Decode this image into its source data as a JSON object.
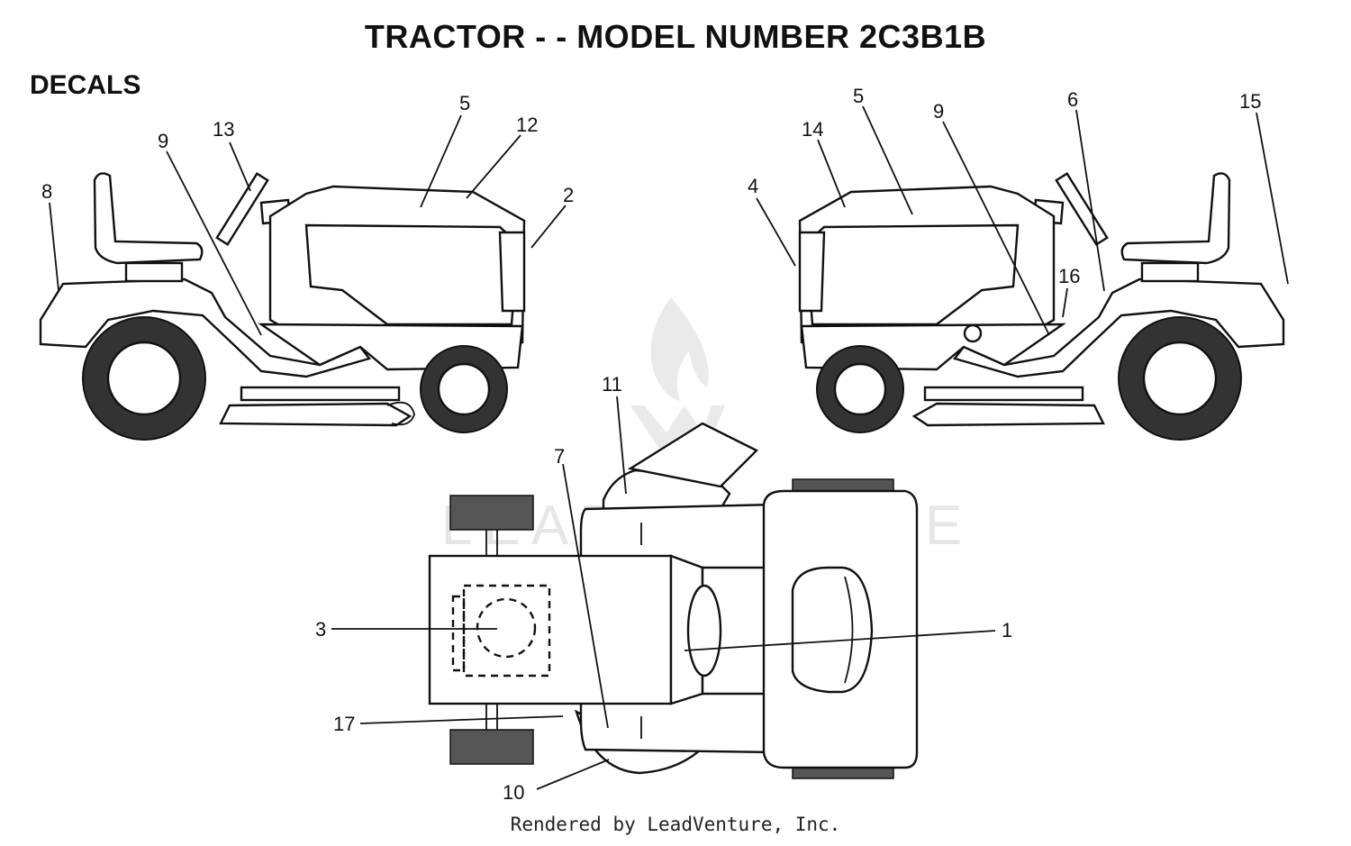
{
  "title": "TRACTOR - - MODEL NUMBER 2C3B1B",
  "section_label": "DECALS",
  "watermark": "LEADVENTURE",
  "footer": "Rendered by LeadVenture, Inc.",
  "callouts": {
    "left_8": "8",
    "left_9": "9",
    "left_13": "13",
    "left_5": "5",
    "left_12": "12",
    "left_2": "2",
    "right_4": "4",
    "right_14": "14",
    "right_5": "5",
    "right_9": "9",
    "right_6": "6",
    "right_15": "15",
    "right_16": "16",
    "top_11": "11",
    "top_7": "7",
    "top_3": "3",
    "top_1": "1",
    "top_17": "17",
    "top_10": "10"
  }
}
